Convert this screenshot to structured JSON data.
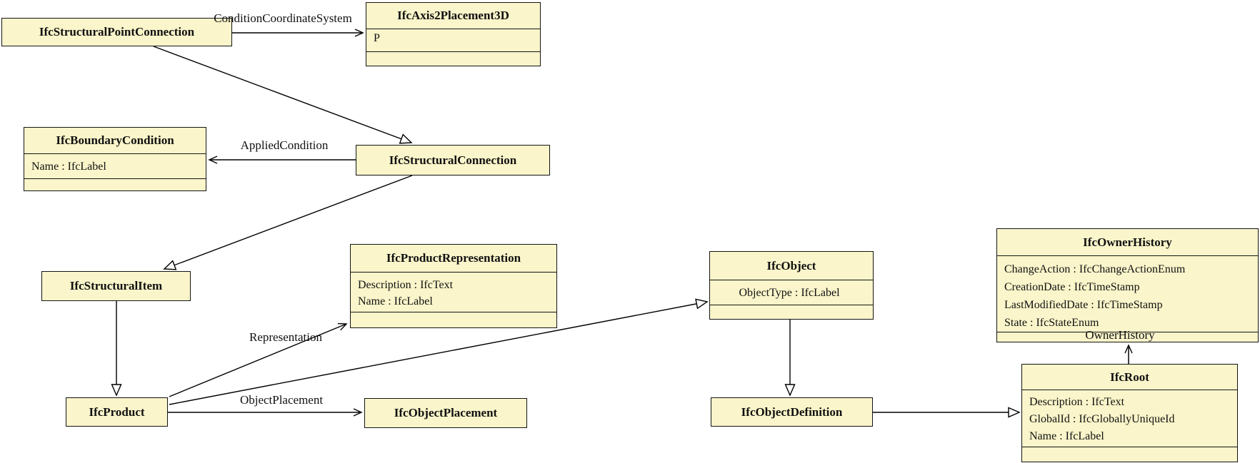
{
  "diagram_type": "uml-class-diagram",
  "colors": {
    "box_fill": "#faf5ca",
    "box_border": "#141414",
    "background": "#ffffff",
    "line": "#000000"
  },
  "classes": [
    {
      "name": "IfcStructuralPointConnection",
      "attributes": []
    },
    {
      "name": "IfcAxis2Placement3D",
      "attributes": [
        "P"
      ]
    },
    {
      "name": "IfcBoundaryCondition",
      "attributes": [
        "Name : IfcLabel"
      ]
    },
    {
      "name": "IfcStructuralConnection",
      "attributes": []
    },
    {
      "name": "IfcStructuralItem",
      "attributes": []
    },
    {
      "name": "IfcProductRepresentation",
      "attributes": [
        "Description : IfcText",
        "Name : IfcLabel"
      ]
    },
    {
      "name": "IfcObject",
      "attributes": [
        "ObjectType : IfcLabel"
      ]
    },
    {
      "name": "IfcOwnerHistory",
      "attributes": [
        "ChangeAction : IfcChangeActionEnum",
        "CreationDate : IfcTimeStamp",
        "LastModifiedDate : IfcTimeStamp",
        "State : IfcStateEnum"
      ]
    },
    {
      "name": "IfcProduct",
      "attributes": []
    },
    {
      "name": "IfcObjectPlacement",
      "attributes": []
    },
    {
      "name": "IfcObjectDefinition",
      "attributes": []
    },
    {
      "name": "IfcRoot",
      "attributes": [
        "Description : IfcText",
        "GlobalId : IfcGloballyUniqueId",
        "Name : IfcLabel"
      ]
    }
  ],
  "relationships": [
    {
      "from": "IfcStructuralPointConnection",
      "to": "IfcAxis2Placement3D",
      "type": "association",
      "label": "ConditionCoordinateSystem"
    },
    {
      "from": "IfcStructuralConnection",
      "to": "IfcBoundaryCondition",
      "type": "association",
      "label": "AppliedCondition"
    },
    {
      "from": "IfcStructuralPointConnection",
      "to": "IfcStructuralConnection",
      "type": "generalization",
      "label": ""
    },
    {
      "from": "IfcStructuralConnection",
      "to": "IfcStructuralItem",
      "type": "generalization",
      "label": ""
    },
    {
      "from": "IfcStructuralItem",
      "to": "IfcProduct",
      "type": "generalization",
      "label": ""
    },
    {
      "from": "IfcProduct",
      "to": "IfcObject",
      "type": "generalization",
      "label": ""
    },
    {
      "from": "IfcProduct",
      "to": "IfcProductRepresentation",
      "type": "association",
      "label": "Representation"
    },
    {
      "from": "IfcProduct",
      "to": "IfcObjectPlacement",
      "type": "association",
      "label": "ObjectPlacement"
    },
    {
      "from": "IfcObject",
      "to": "IfcObjectDefinition",
      "type": "generalization",
      "label": ""
    },
    {
      "from": "IfcObjectDefinition",
      "to": "IfcRoot",
      "type": "generalization",
      "label": ""
    },
    {
      "from": "IfcRoot",
      "to": "IfcOwnerHistory",
      "type": "association",
      "label": "OwnerHistory"
    }
  ]
}
